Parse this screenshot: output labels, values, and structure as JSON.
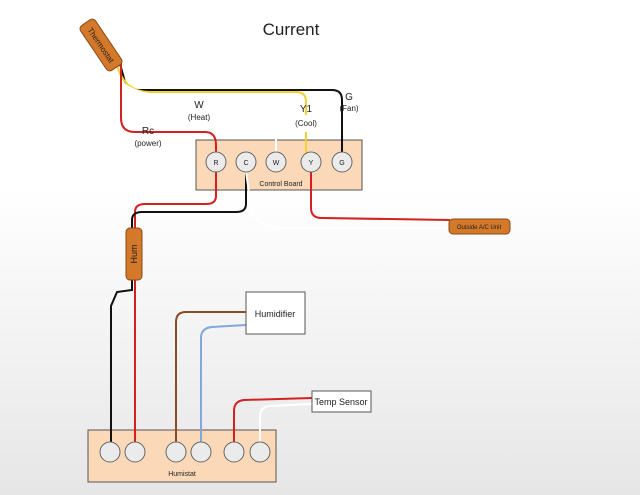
{
  "title": "Current",
  "thermostat": {
    "label": "Thermostat"
  },
  "hum_device": {
    "label": "Hum"
  },
  "control_board": {
    "label": "Control Board",
    "terminals": [
      "R",
      "C",
      "W",
      "Y",
      "G"
    ]
  },
  "outside_unit": {
    "label": "Outside A/C Unit"
  },
  "humidifier": {
    "label": "Humidifier"
  },
  "temp_sensor": {
    "label": "Temp Sensor"
  },
  "humistat": {
    "label": "Humistat"
  },
  "wire_labels": {
    "w": {
      "name": "W",
      "desc": "(Heat)"
    },
    "y1": {
      "name": "Y1",
      "desc": "(Cool)"
    },
    "g": {
      "name": "G",
      "desc": "(Fan)"
    },
    "rc": {
      "name": "Rc",
      "desc": "(power)"
    }
  },
  "colors": {
    "red": "#d32020",
    "black": "#111111",
    "yellow": "#f2d22a",
    "white": "#ffffff",
    "brown": "#8a4a22",
    "blue": "#7fa9d9",
    "device_orange": "#d4782a",
    "panel_peach": "#fbd9b8"
  }
}
